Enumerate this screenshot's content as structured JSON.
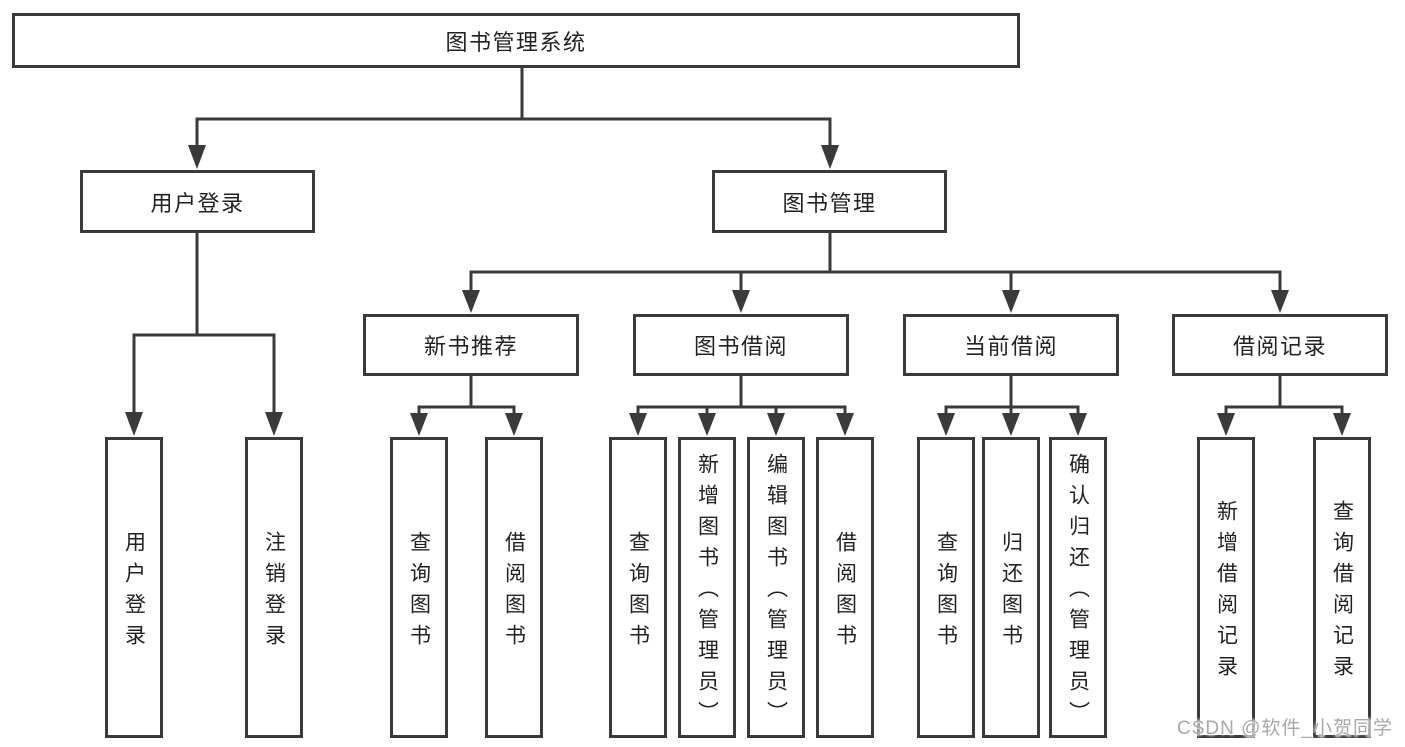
{
  "nodes": {
    "root": {
      "label": "图书管理系统"
    },
    "user_login": {
      "label": "用户登录"
    },
    "book_mgmt": {
      "label": "图书管理"
    },
    "login": {
      "label": "用户登录"
    },
    "logout": {
      "label": "注销登录"
    },
    "new_books": {
      "label": "新书推荐"
    },
    "book_borrow": {
      "label": "图书借阅"
    },
    "current_borrow": {
      "label": "当前借阅"
    },
    "borrow_records": {
      "label": "借阅记录"
    },
    "nb_query": {
      "label": "查询图书"
    },
    "nb_borrow": {
      "label": "借阅图书"
    },
    "bb_query": {
      "label": "查询图书"
    },
    "bb_add": {
      "label": "新增图书（管理员）"
    },
    "bb_edit": {
      "label": "编辑图书（管理员）"
    },
    "bb_borrow": {
      "label": "借阅图书"
    },
    "cb_query": {
      "label": "查询图书"
    },
    "cb_return": {
      "label": "归还图书"
    },
    "cb_confirm": {
      "label": "确认归还（管理员）"
    },
    "br_add": {
      "label": "新增借阅记录"
    },
    "br_query": {
      "label": "查询借阅记录"
    }
  },
  "watermark": {
    "text": "CSDN @软件_小贺同学"
  },
  "colors": {
    "line": "#3a3a3a",
    "text": "#222222",
    "watermark": "#a8a8a8",
    "background": "#ffffff"
  }
}
